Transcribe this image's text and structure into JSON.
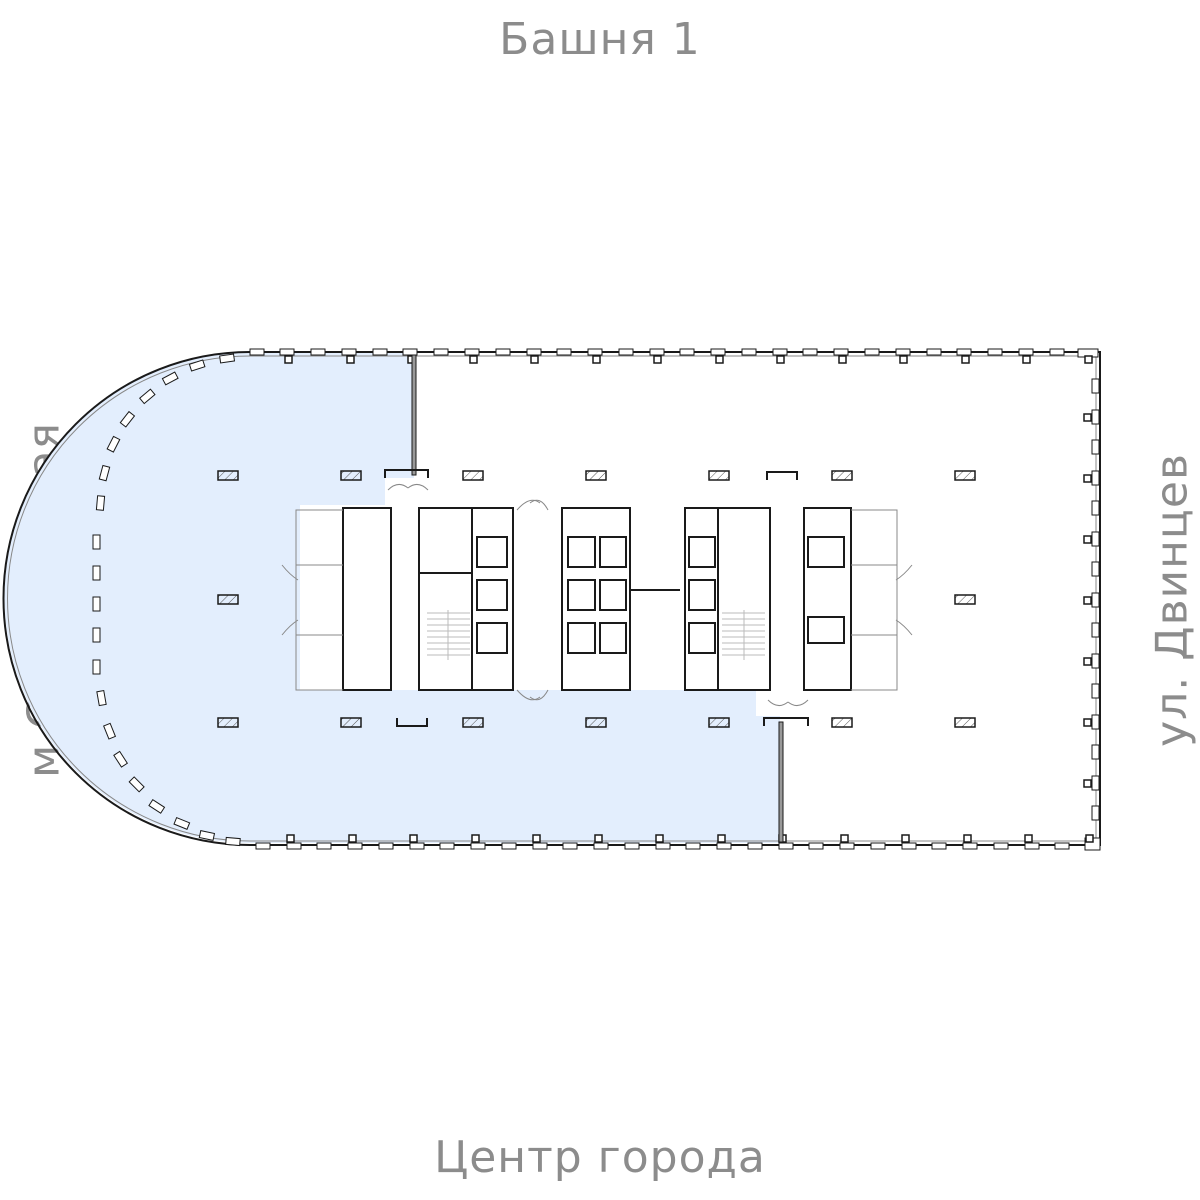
{
  "labels": {
    "top": "Башня 1",
    "bottom": "Центр города",
    "left": "м.Савеловская",
    "right": "ул. Двинцев"
  },
  "plan": {
    "highlight_color": "#e3eefd",
    "wall_color": "#1a1a1a",
    "label_color": "#8c8c8c",
    "highlighted_unit": "left-office-unit"
  }
}
